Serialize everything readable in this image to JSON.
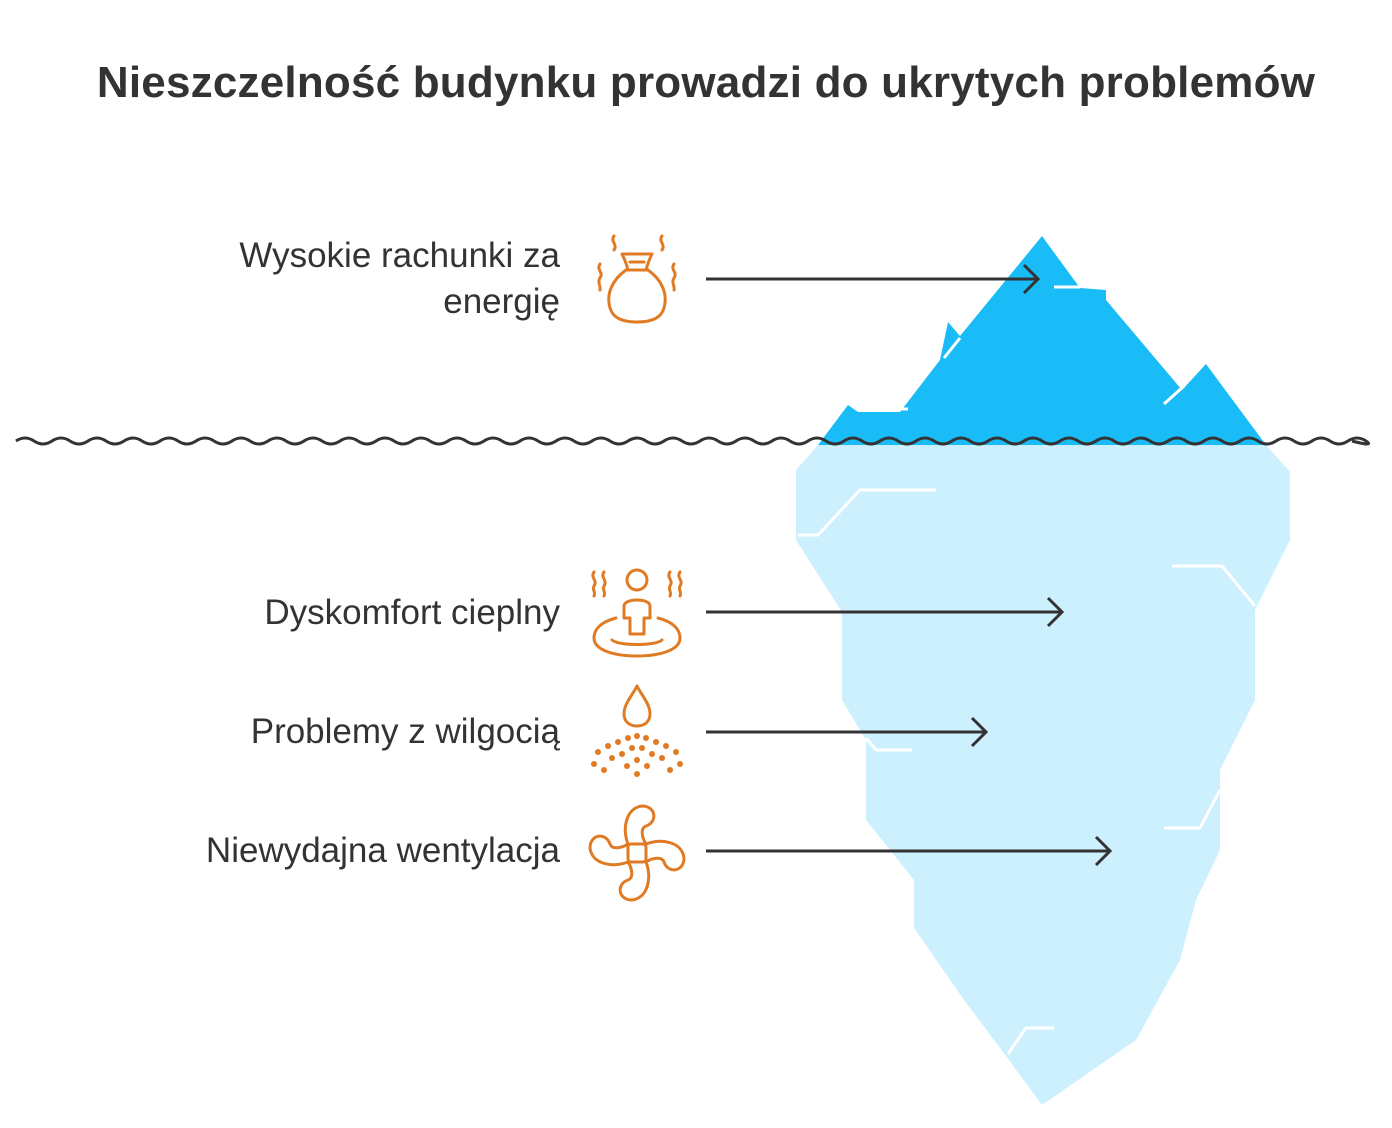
{
  "title": "Nieszczelność budynku prowadzi do ukrytych problemów",
  "items": [
    {
      "label_lines": [
        "Wysokie rachunki za",
        "energię"
      ],
      "icon": "money-bag-heat-icon",
      "position": "above-water"
    },
    {
      "label_lines": [
        "Dyskomfort cieplny"
      ],
      "icon": "person-heat-icon",
      "position": "below-water"
    },
    {
      "label_lines": [
        "Problemy z wilgocią"
      ],
      "icon": "water-drop-icon",
      "position": "below-water"
    },
    {
      "label_lines": [
        "Niewydajna wentylacja"
      ],
      "icon": "fan-icon",
      "position": "below-water"
    }
  ],
  "colors": {
    "iceberg_top": "#1ABCF8",
    "iceberg_bottom": "#CCF0FD",
    "icon": "#E07B24",
    "text": "#333333",
    "water_line": "#333333"
  }
}
